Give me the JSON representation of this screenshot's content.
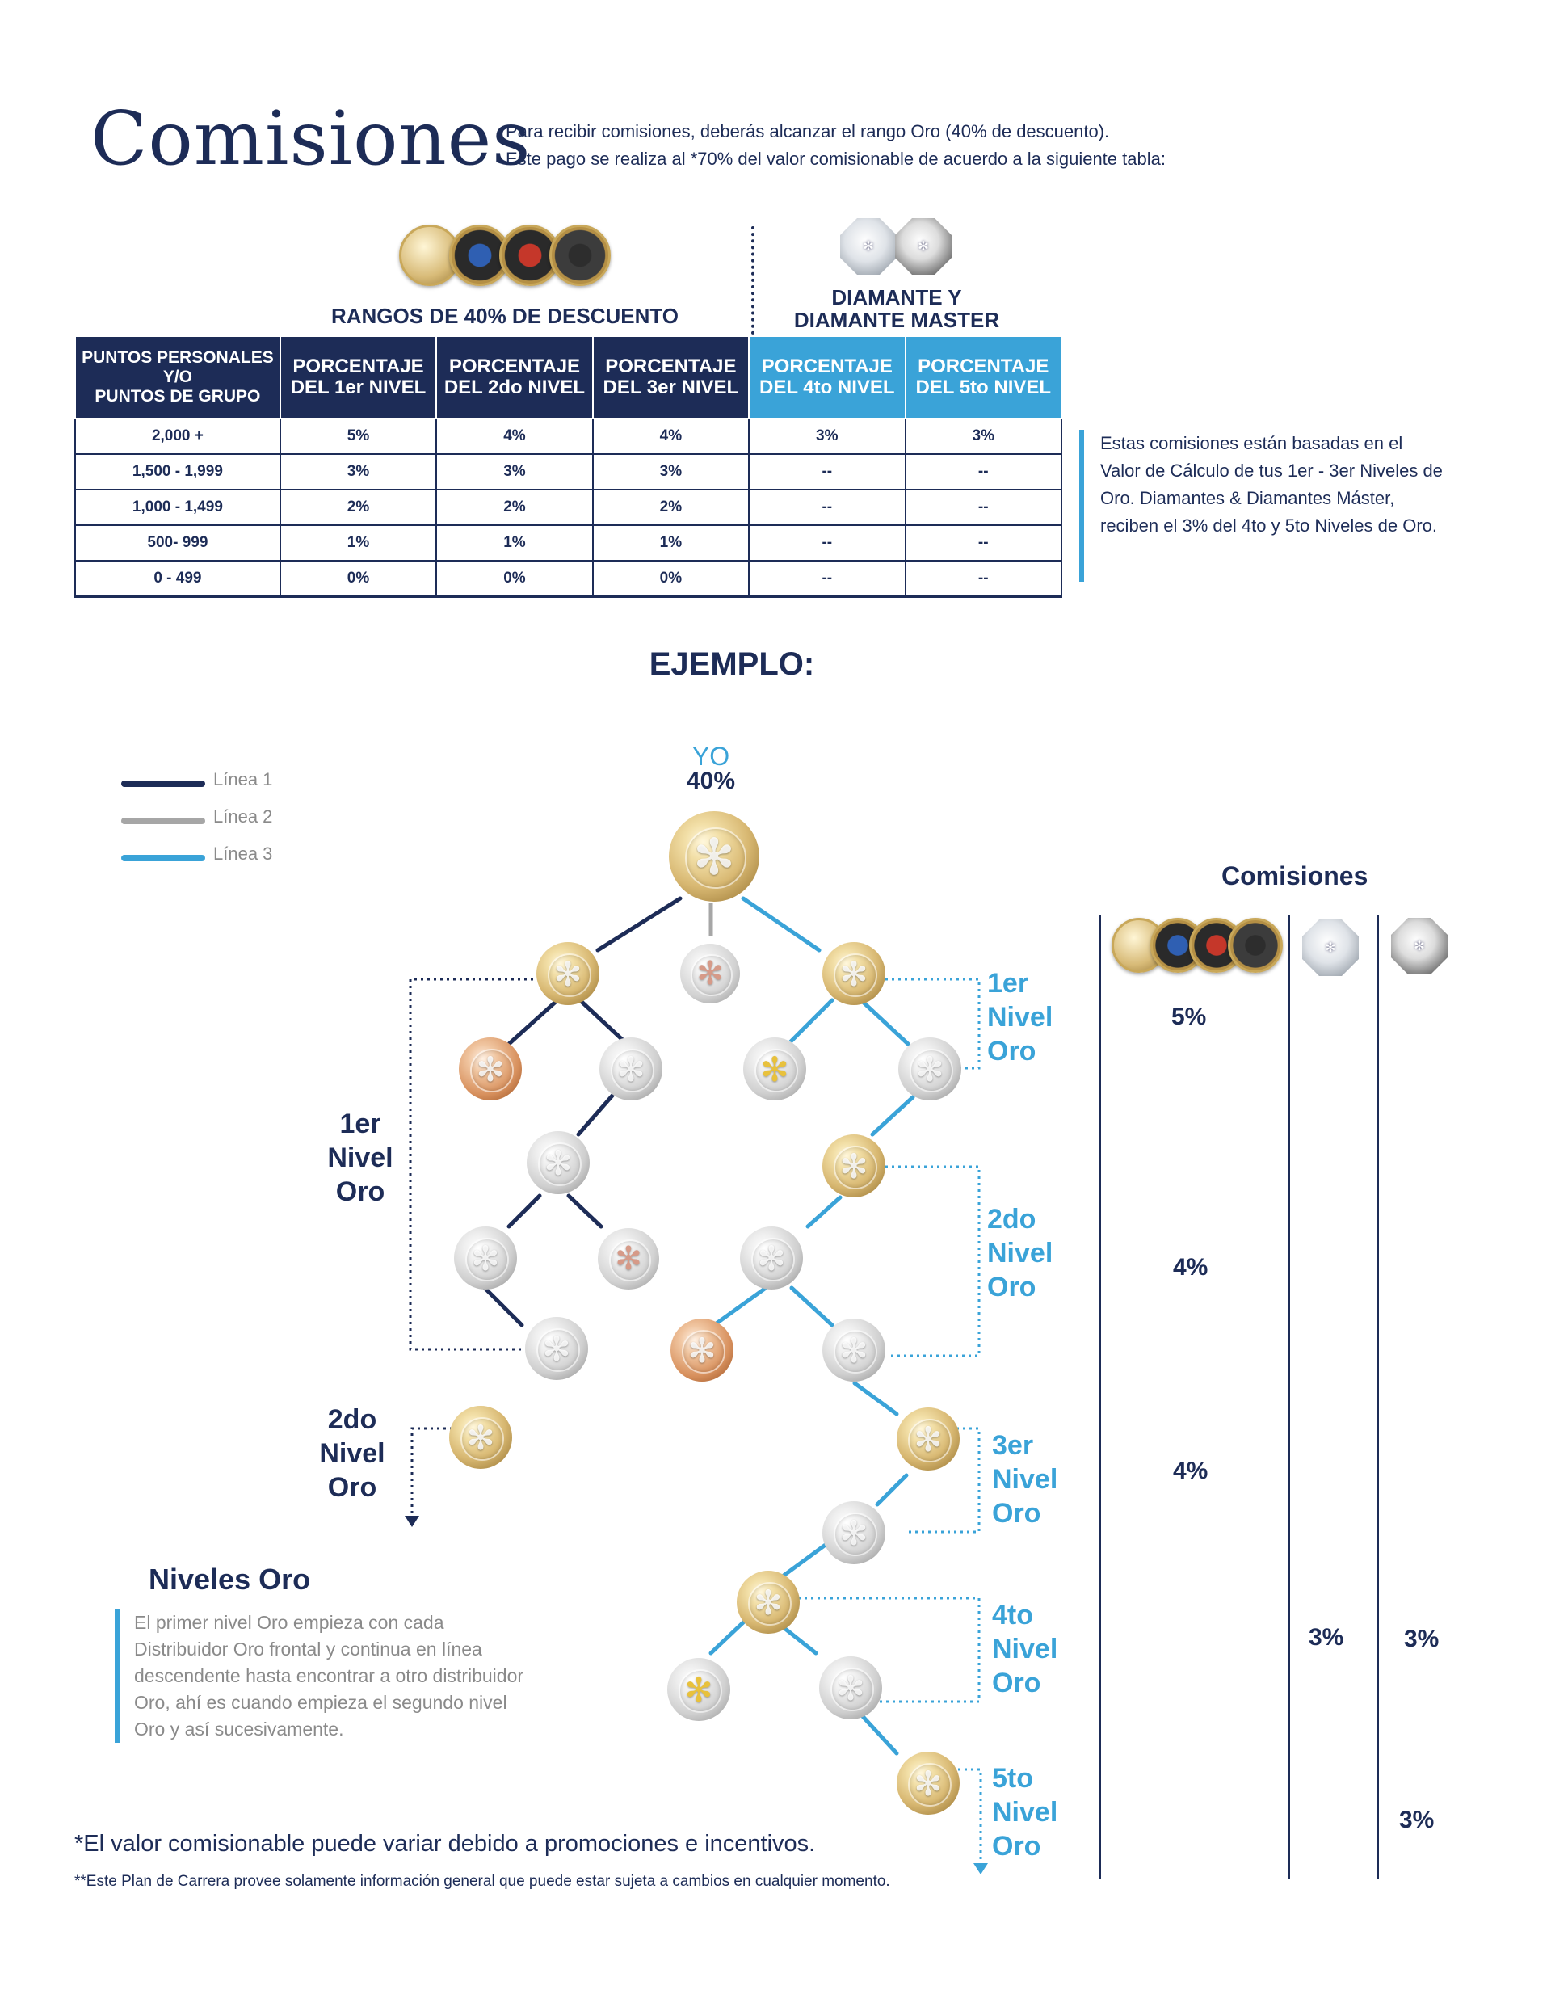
{
  "header": {
    "title": "Comisiones",
    "intro_line1": "Para recibir comisiones, deberás alcanzar el rango Oro (40% de descuento).",
    "intro_line2": "Este pago se realiza al *70% del valor comisionable de acuerdo a la siguiente tabla:"
  },
  "ranks": {
    "left_caption": "RANGOS DE  40% DE DESCUENTO",
    "right_caption_line1": "DIAMANTE Y",
    "right_caption_line2": "DIAMANTE MASTER"
  },
  "table": {
    "headers": [
      {
        "l1": "PUNTOS PERSONALES",
        "l2": "Y/O",
        "l3": "PUNTOS DE GRUPO"
      },
      {
        "l1": "PORCENTAJE",
        "l2": "DEL 1er NIVEL"
      },
      {
        "l1": "PORCENTAJE",
        "l2": "DEL 2do NIVEL"
      },
      {
        "l1": "PORCENTAJE",
        "l2": "DEL 3er NIVEL"
      },
      {
        "l1": "PORCENTAJE",
        "l2": "DEL 4to NIVEL"
      },
      {
        "l1": "PORCENTAJE",
        "l2": "DEL 5to NIVEL"
      }
    ],
    "rows": [
      [
        "2,000 +",
        "5%",
        "4%",
        "4%",
        "3%",
        "3%"
      ],
      [
        "1,500 - 1,999",
        "3%",
        "3%",
        "3%",
        "--",
        "--"
      ],
      [
        "1,000 - 1,499",
        "2%",
        "2%",
        "2%",
        "--",
        "--"
      ],
      [
        "500- 999",
        "1%",
        "1%",
        "1%",
        "--",
        "--"
      ],
      [
        "0 - 499",
        "0%",
        "0%",
        "0%",
        "--",
        "--"
      ]
    ]
  },
  "side_note": "Estas comisiones están basadas en el Valor de Cálculo de tus 1er - 3er Niveles de Oro. Diamantes & Diamantes Máster, reciben el 3% del 4to y 5to Niveles de Oro.",
  "example": {
    "title": "EJEMPLO:",
    "yo_label": "YO",
    "yo_pct": "40%",
    "legend": [
      {
        "label": "Línea 1",
        "color": "#1d2c57"
      },
      {
        "label": "Línea 2",
        "color": "#a6a6a6"
      },
      {
        "label": "Línea 3",
        "color": "#3aa3d8"
      }
    ],
    "left_levels": [
      {
        "l1": "1er",
        "l2": "Nivel",
        "l3": "Oro"
      },
      {
        "l1": "2do",
        "l2": "Nivel",
        "l3": "Oro"
      }
    ],
    "right_levels": [
      {
        "l1": "1er",
        "l2": "Nivel",
        "l3": "Oro"
      },
      {
        "l1": "2do",
        "l2": "Nivel",
        "l3": "Oro"
      },
      {
        "l1": "3er",
        "l2": "Nivel",
        "l3": "Oro"
      },
      {
        "l1": "4to",
        "l2": "Nivel",
        "l3": "Oro"
      },
      {
        "l1": "5to",
        "l2": "Nivel",
        "l3": "Oro"
      }
    ],
    "comisiones_title": "Comisiones",
    "commission_values": {
      "lvl1": "5%",
      "lvl2": "4%",
      "lvl3": "4%",
      "lvl4_diamante": "3%",
      "lvl4_master": "3%",
      "lvl5_master": "3%"
    }
  },
  "niveles_oro": {
    "title": "Niveles Oro",
    "text": "El primer nivel Oro empieza con cada Distribuidor Oro frontal y continua en línea descendente hasta encontrar a otro distribuidor Oro, ahí es cuando empieza el segundo nivel Oro y así sucesivamente."
  },
  "footnotes": {
    "f1": "*El valor comisionable puede variar debido a promociones e incentivos.",
    "f2": "**Este Plan de Carrera provee solamente información general que puede estar sujeta a cambios en cualquier momento."
  },
  "icons": {
    "medallion": "snowflake-medallion-icon",
    "glyph": "✻"
  },
  "colors": {
    "navy": "#1d2c57",
    "blue": "#3aa3d8",
    "gray": "#a6a6a6"
  }
}
